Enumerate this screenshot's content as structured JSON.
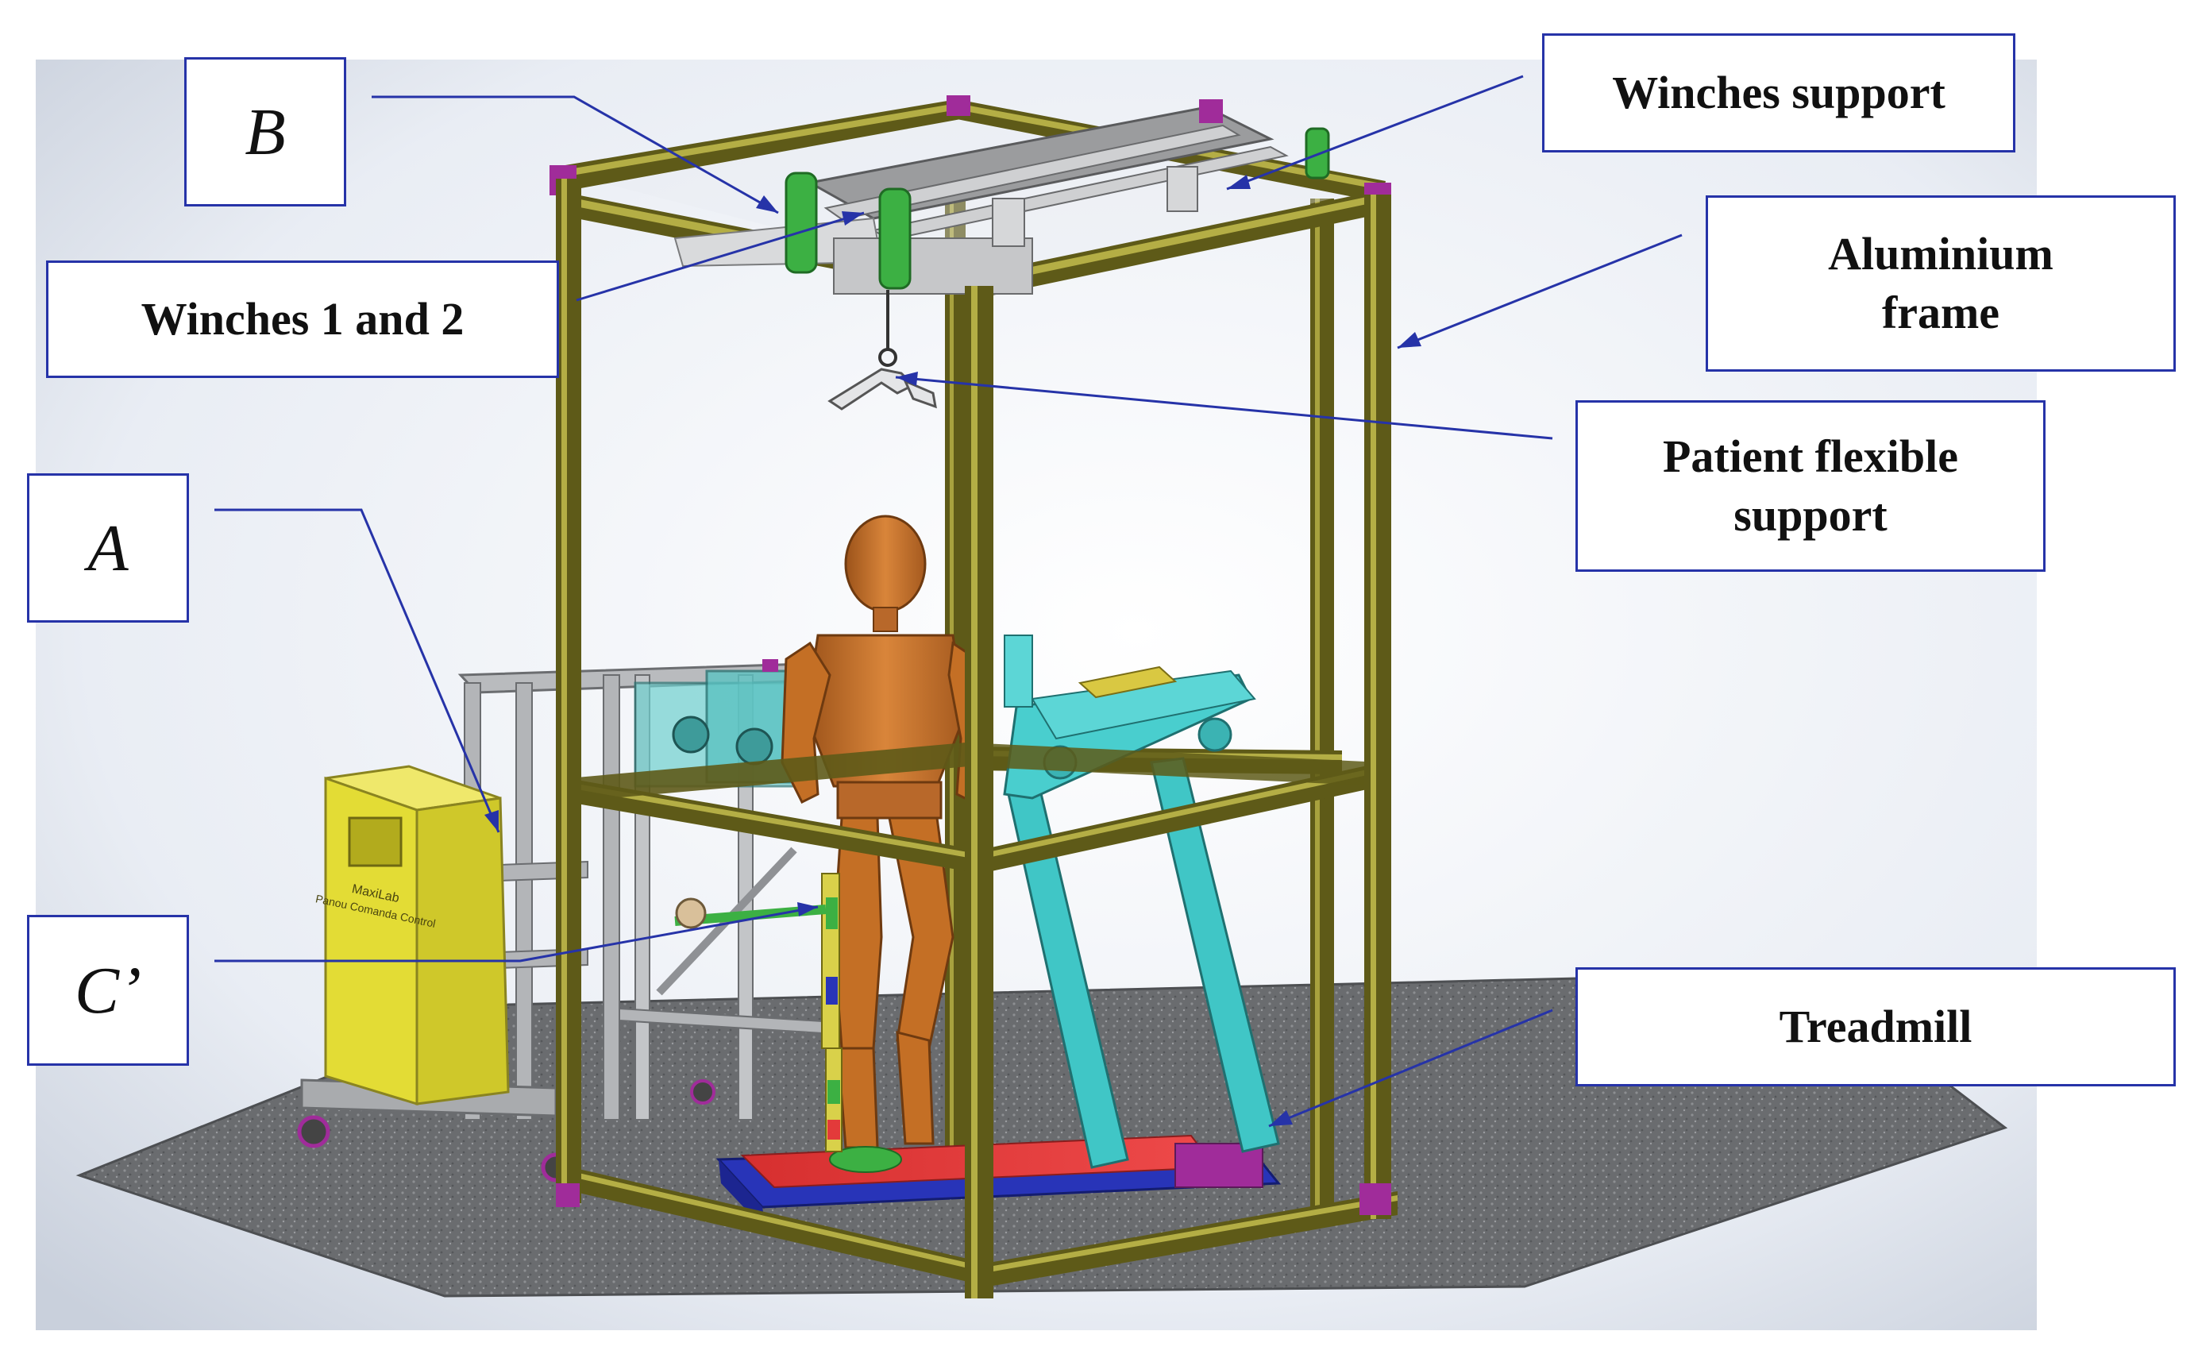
{
  "labels": {
    "b": "B",
    "a": "A",
    "c": "C’",
    "winches_support": "Winches support",
    "winches_12": "Winches 1 and 2",
    "aluminium_frame": [
      "Aluminium",
      "frame"
    ],
    "patient_support": [
      "Patient flexible",
      "support"
    ],
    "treadmill": "Treadmill",
    "control_box_text": [
      "MaxiLab",
      "Panou Comanda Control"
    ]
  },
  "colors": {
    "callout": "#2633a8",
    "frame": "#6e6a1e",
    "frame_light": "#b4ae45",
    "joint": "#a02c9a",
    "winch": "#3cb043",
    "mannequin": "#c87327",
    "treadmill": "#40c6c6",
    "belt": "#e33a3a",
    "base": "#2834b8",
    "control_box": "#e3dc35",
    "floor": "#6d6f72"
  },
  "icons": [
    "winch-icon",
    "caster-wheel-icon",
    "hook-icon"
  ]
}
